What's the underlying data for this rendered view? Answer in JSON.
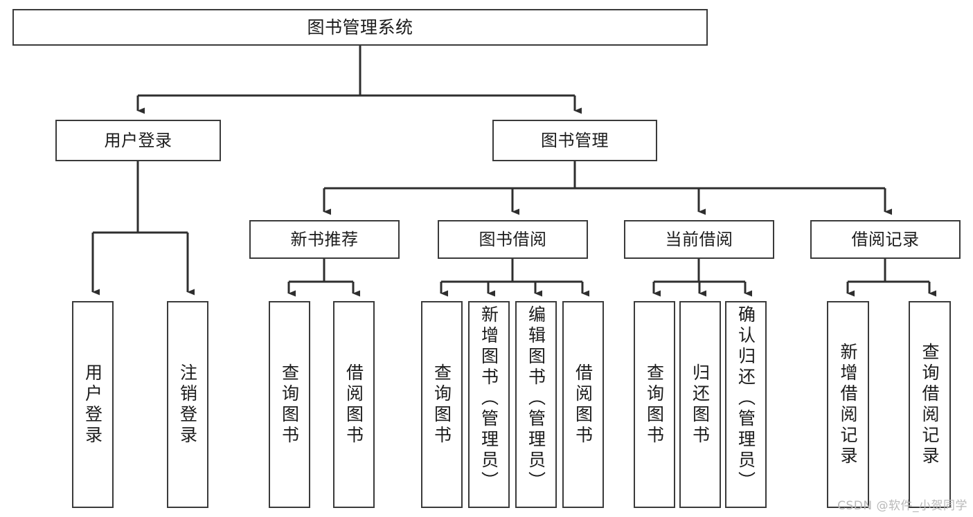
{
  "diagram": {
    "title": "图书管理系统",
    "type": "tree",
    "orientation": "top-down",
    "colors": {
      "node_border": "#3a3a3a",
      "node_fill": "#ffffff",
      "edge": "#2e2e2e",
      "text": "#1b1b1b",
      "watermark": "#b9b9b9",
      "background": "#ffffff"
    },
    "watermark": "CSDN @软件_小贺同学",
    "nodes": {
      "root": {
        "label": "图书管理系统",
        "level": 1
      },
      "level2": [
        {
          "id": "user-login",
          "label": "用户登录"
        },
        {
          "id": "book-management",
          "label": "图书管理"
        }
      ],
      "level3": [
        {
          "id": "new-book-recommend",
          "label": "新书推荐",
          "parent": "book-management"
        },
        {
          "id": "book-borrow",
          "label": "图书借阅",
          "parent": "book-management"
        },
        {
          "id": "current-borrow",
          "label": "当前借阅",
          "parent": "book-management"
        },
        {
          "id": "borrow-record",
          "label": "借阅记录",
          "parent": "book-management"
        }
      ],
      "leaves": [
        {
          "id": "leaf-user-login",
          "label": "用户登录",
          "parent": "user-login"
        },
        {
          "id": "leaf-logout",
          "label": "注销登录",
          "parent": "user-login"
        },
        {
          "id": "leaf-query-book-1",
          "label": "查询图书",
          "parent": "new-book-recommend"
        },
        {
          "id": "leaf-borrow-book-1",
          "label": "借阅图书",
          "parent": "new-book-recommend"
        },
        {
          "id": "leaf-query-book-2",
          "label": "查询图书",
          "parent": "book-borrow"
        },
        {
          "id": "leaf-add-book",
          "label": "新增图书（管理员）",
          "parent": "book-borrow"
        },
        {
          "id": "leaf-edit-book",
          "label": "编辑图书（管理员）",
          "parent": "book-borrow"
        },
        {
          "id": "leaf-borrow-book-2",
          "label": "借阅图书",
          "parent": "book-borrow"
        },
        {
          "id": "leaf-query-book-3",
          "label": "查询图书",
          "parent": "current-borrow"
        },
        {
          "id": "leaf-return-book",
          "label": "归还图书",
          "parent": "current-borrow"
        },
        {
          "id": "leaf-confirm-return",
          "label": "确认归还（管理员）",
          "parent": "current-borrow"
        },
        {
          "id": "leaf-add-record",
          "label": "新增借阅记录",
          "parent": "borrow-record"
        },
        {
          "id": "leaf-query-record",
          "label": "查询借阅记录",
          "parent": "borrow-record"
        }
      ]
    }
  }
}
